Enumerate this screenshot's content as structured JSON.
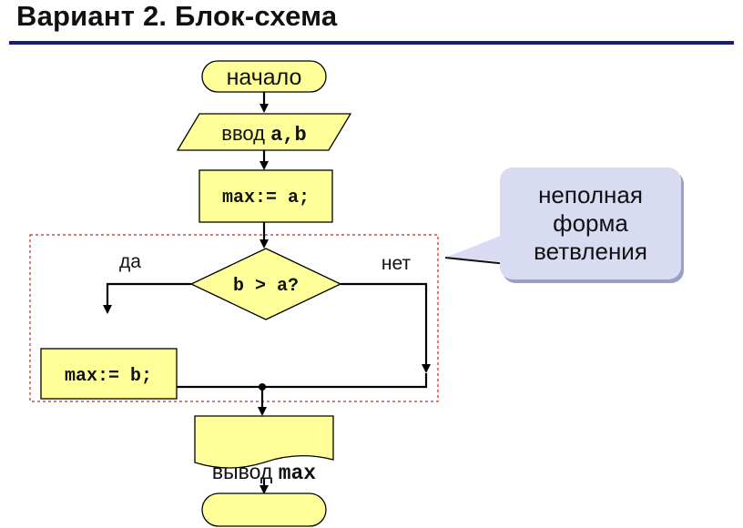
{
  "header": {
    "title": "Вариант 2. Блок-схема"
  },
  "flowchart": {
    "start": "начало",
    "input": {
      "word": "ввод",
      "vars": "a,b"
    },
    "assign_a": "max:= a;",
    "condition": "b > a?",
    "branch_yes": "да",
    "branch_no": "нет",
    "assign_b": "max:= b;",
    "output": {
      "word": "вывод",
      "var": "max"
    },
    "end": ""
  },
  "callout": {
    "text": "неполная форма ветвления"
  },
  "colors": {
    "shape_fill": "#ffff99",
    "callout_fill": "#d9dbf3",
    "dashed_frame": "#e02020",
    "title_rule": "#1a1a7a"
  }
}
